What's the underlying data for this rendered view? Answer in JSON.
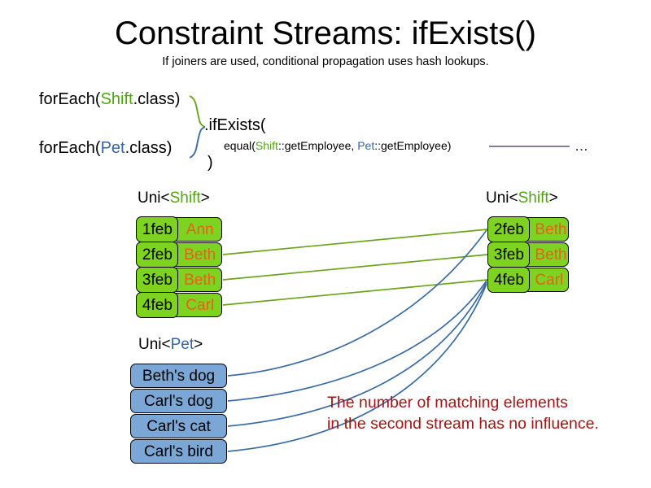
{
  "header": {
    "title": "Constraint Streams: ifExists()",
    "subtitle": "If joiners are used, conditional propagation uses hash lookups."
  },
  "code": {
    "foreach_shift_prefix": "forEach(",
    "foreach_shift_type": "Shift",
    "foreach_shift_suffix": ".class)",
    "foreach_pet_prefix": "forEach(",
    "foreach_pet_type": "Pet",
    "foreach_pet_suffix": ".class)",
    "ifexists": ".ifExists(",
    "equal_prefix": "equal(",
    "equal_left_type": "Shift",
    "equal_left_method": "::getEmployee, ",
    "equal_right_type": "Pet",
    "equal_right_method": "::getEmployee)",
    "close_paren": ")",
    "ellipsis": "…"
  },
  "streams": {
    "shift_left": {
      "label_prefix": "Uni<",
      "label_type": "Shift",
      "label_suffix": ">",
      "rows": [
        {
          "date": "1feb",
          "name": "Ann"
        },
        {
          "date": "2feb",
          "name": "Beth"
        },
        {
          "date": "3feb",
          "name": "Beth"
        },
        {
          "date": "4feb",
          "name": "Carl"
        }
      ]
    },
    "shift_right": {
      "label_prefix": "Uni<",
      "label_type": "Shift",
      "label_suffix": ">",
      "rows": [
        {
          "date": "2feb",
          "name": "Beth"
        },
        {
          "date": "3feb",
          "name": "Beth"
        },
        {
          "date": "4feb",
          "name": "Carl"
        }
      ]
    },
    "pet": {
      "label_prefix": "Uni<",
      "label_type": "Pet",
      "label_suffix": ">",
      "rows": [
        {
          "text": "Beth's dog"
        },
        {
          "text": "Carl's dog"
        },
        {
          "text": "Carl's cat"
        },
        {
          "text": "Carl's bird"
        }
      ]
    }
  },
  "annotation": {
    "line1": "The number of matching elements",
    "line2": "in the second stream has no influence."
  },
  "colors": {
    "shift_fill": "#7ed321",
    "pet_fill": "#7ba7d7",
    "shift_accent": "#4ca80a",
    "pet_accent": "#3465a4",
    "name_text": "#e8601c",
    "annotation_text": "#a61414",
    "wire_green": "#6aa417",
    "wire_blue": "#3a6ba5",
    "rule_line": "#7a6a8a"
  }
}
